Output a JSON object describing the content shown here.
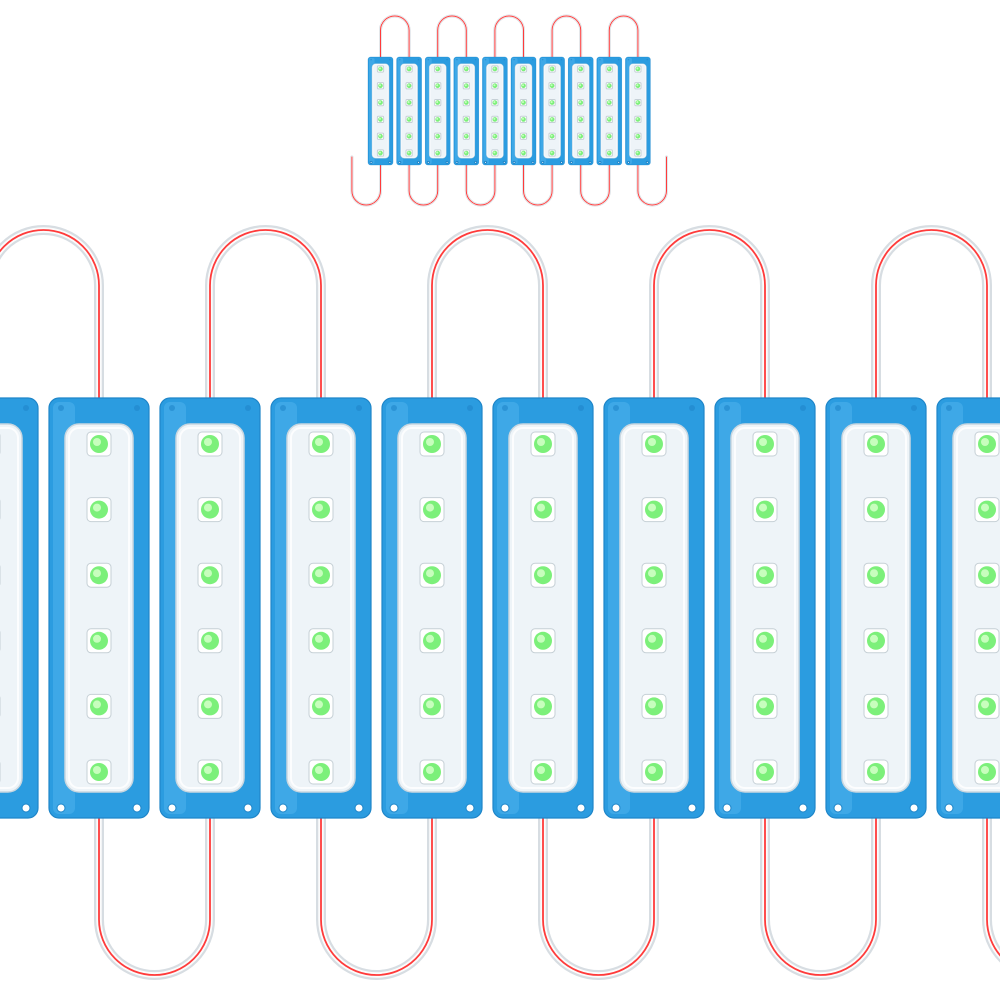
{
  "image": {
    "subject": "led-module-string",
    "background_color": "#ffffff",
    "colors": {
      "housing": "#2b9ce0",
      "housing_edge": "#1f86c9",
      "housing_light": "#4fb2ec",
      "lens": "#eef4f8",
      "lens_edge": "#c9d6df",
      "led_glow": "#7cf07a",
      "led_core": "#cfffc4",
      "wire_sheath": "#d7dde2",
      "wire_core": "#ff3b3b"
    },
    "thumbnail": {
      "module_count": 10,
      "leds_per_module": 6
    },
    "main": {
      "module_count": 10,
      "leds_per_module": 6
    }
  }
}
